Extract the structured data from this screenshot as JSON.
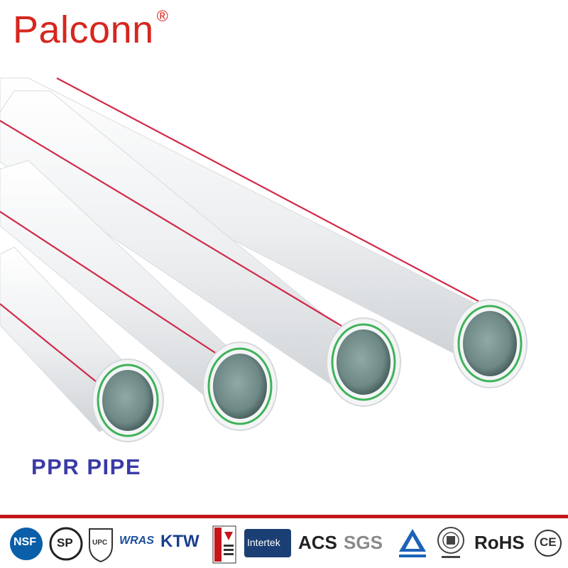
{
  "brand": {
    "name": "Palconn",
    "registered_mark": "®",
    "color": "#d7261e"
  },
  "product": {
    "caption": "PPR PIPE",
    "caption_color": "#3a3aa6",
    "pipe_colors": {
      "body": "#eceef0",
      "stripe": "#d12a4a",
      "inner_ring": "#3fb35a",
      "bore": "#8fa9a6"
    }
  },
  "certifications": {
    "accent_color": "#c4161c",
    "items": [
      {
        "name": "nsf-logo",
        "label": "NSF"
      },
      {
        "name": "csa-logo",
        "label": "SP"
      },
      {
        "name": "upc-logo",
        "label": "UPC"
      },
      {
        "name": "wras-logo",
        "label": "WRAS"
      },
      {
        "name": "ktw-logo",
        "label": "KTW"
      },
      {
        "name": "australian-standard-logo",
        "label": ""
      },
      {
        "name": "intertek-logo",
        "label": "Intertek"
      },
      {
        "name": "acs-logo",
        "label": "ACS"
      },
      {
        "name": "sgs-logo",
        "label": "SGS"
      },
      {
        "name": "tuv-rheinland-logo",
        "label": ""
      },
      {
        "name": "bureau-veritas-logo",
        "label": ""
      },
      {
        "name": "rohs-logo",
        "label": "RoHS"
      },
      {
        "name": "ce-mark-logo",
        "label": "CE"
      }
    ]
  }
}
